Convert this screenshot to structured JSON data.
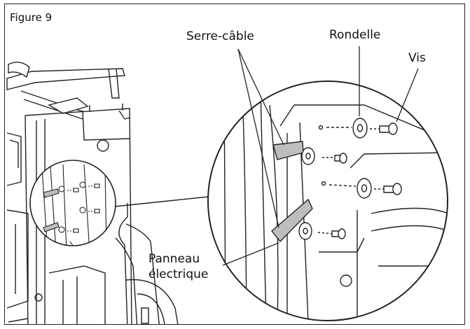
{
  "figure": {
    "title": "Figure 9"
  },
  "labels": {
    "cable_tie": "Serre-câble",
    "washer": "Rondelle",
    "screw": "Vis",
    "panel_line1": "Panneau",
    "panel_line2": "électrique"
  },
  "colors": {
    "line": "#222222",
    "background": "#ffffff",
    "cable_tie_fill": "#bdbdbd"
  },
  "icons": [
    "zoom-callout-icon",
    "screw-icon",
    "washer-icon",
    "cable-tie-icon"
  ]
}
